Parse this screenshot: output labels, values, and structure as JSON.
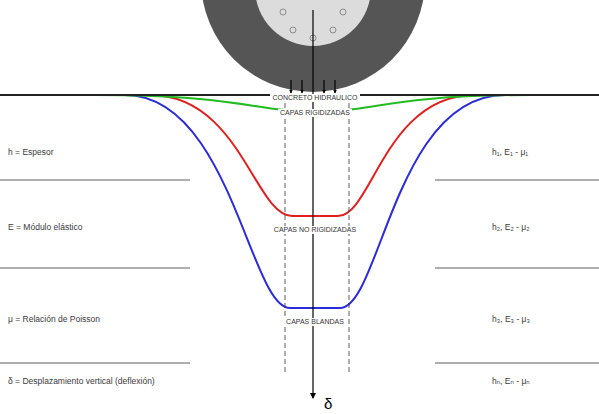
{
  "diagram": {
    "labels": [
      "CONCRETO HIDRAULICO",
      "CAPAS RIGIDIZADAS",
      "CAPAS NO RIGIDIZADAS",
      "CAPAS BLANDAS",
      "h = Espesor",
      "E = Módulo elástico",
      "μ = Relación de Poisson",
      "δ = Desplazamiento vertical (deflexión)",
      "h₁, E₁ - μ₁",
      "h₂, E₂ - μ₂",
      "h₃, E₃ - μ₃",
      "hₙ, Eₙ - μₙ",
      "δ"
    ]
  }
}
